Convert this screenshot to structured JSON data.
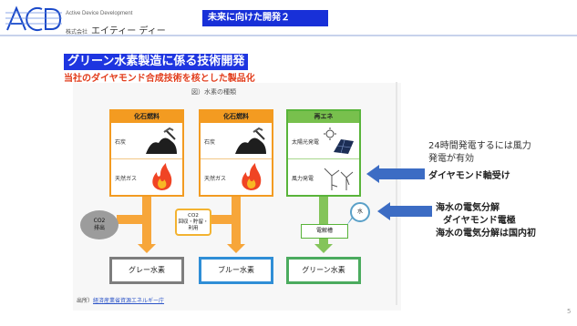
{
  "header": {
    "company_en": "Active Device Development",
    "company_kk": "株式会社",
    "company_jp": "エイティー ディー",
    "section_tag": "未来に向けた開発２"
  },
  "slide": {
    "title": "グリーン水素製造に係る技術開発",
    "subtitle": "当社のダイヤモンド合成技術を核とした製品化",
    "page_number": "5"
  },
  "figure": {
    "caption": "図）水素の種類",
    "columns": [
      {
        "head": "化石燃料",
        "row1": "石炭",
        "row2": "天然ガス",
        "result": "グレー水素"
      },
      {
        "head": "化石燃料",
        "row1": "石炭",
        "row2": "天然ガス",
        "result": "ブルー水素"
      },
      {
        "head": "再エネ",
        "row1": "太陽光発電",
        "row2": "風力発電",
        "result": "グリーン水素"
      }
    ],
    "co2_emit": {
      "line1": "CO2",
      "line2": "排出"
    },
    "co2_store": {
      "line1": "CO2",
      "line2": "回収・貯留・",
      "line3": "利用"
    },
    "electrolyzer": "電解槽",
    "water": "水",
    "source_prefix": "出所）",
    "source_text": "経済産業省資源エネルギー庁"
  },
  "notes": {
    "line1": "24時間発電するには風力",
    "line2": "発電が有効",
    "diamond_bearing": "ダイヤモンド軸受け",
    "bullets": [
      "海水の電気分解",
      "ダイヤモンド電極",
      "海水の電気分解は国内初"
    ]
  },
  "colors": {
    "header_tag_bg": "#1830d8",
    "title_bg": "#1e35e0",
    "subtitle": "#e23d1c",
    "fossil": "#f39b21",
    "renewable": "#59b43a",
    "callout_arrow": "#3c6cc4",
    "gray_h2": "#7d7d7d",
    "blue_h2": "#2f8ed6",
    "green_h2": "#4bab5e"
  }
}
